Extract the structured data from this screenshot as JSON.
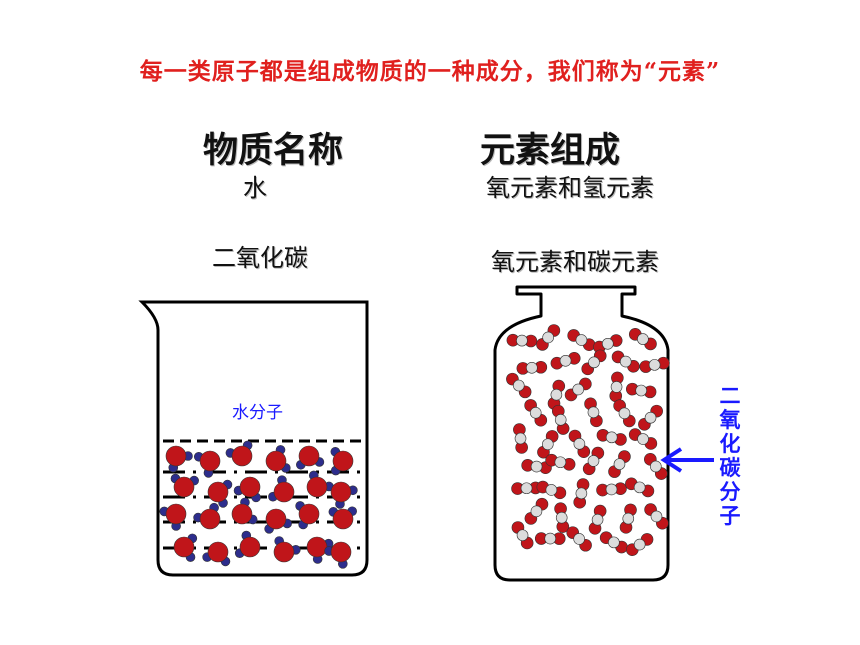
{
  "title": "每一类原子都是组成物质的一种成分，我们称为“元素”",
  "table": {
    "header_substance": "物质名称",
    "header_elements": "元素组成",
    "rows": [
      {
        "substance": "水",
        "elements": "氧元素和氢元素"
      },
      {
        "substance": "二氧化碳",
        "elements": "氧元素和碳元素"
      }
    ]
  },
  "figure": {
    "water_label": "水分子",
    "co2_label": "二氧化碳分子"
  },
  "colors": {
    "title": "#e0201e",
    "label": "#1a1aff",
    "oxygen_atom": "#c0151a",
    "hydrogen_atom": "#2d2d8c",
    "carbon_atom": "#dcdcdc"
  }
}
